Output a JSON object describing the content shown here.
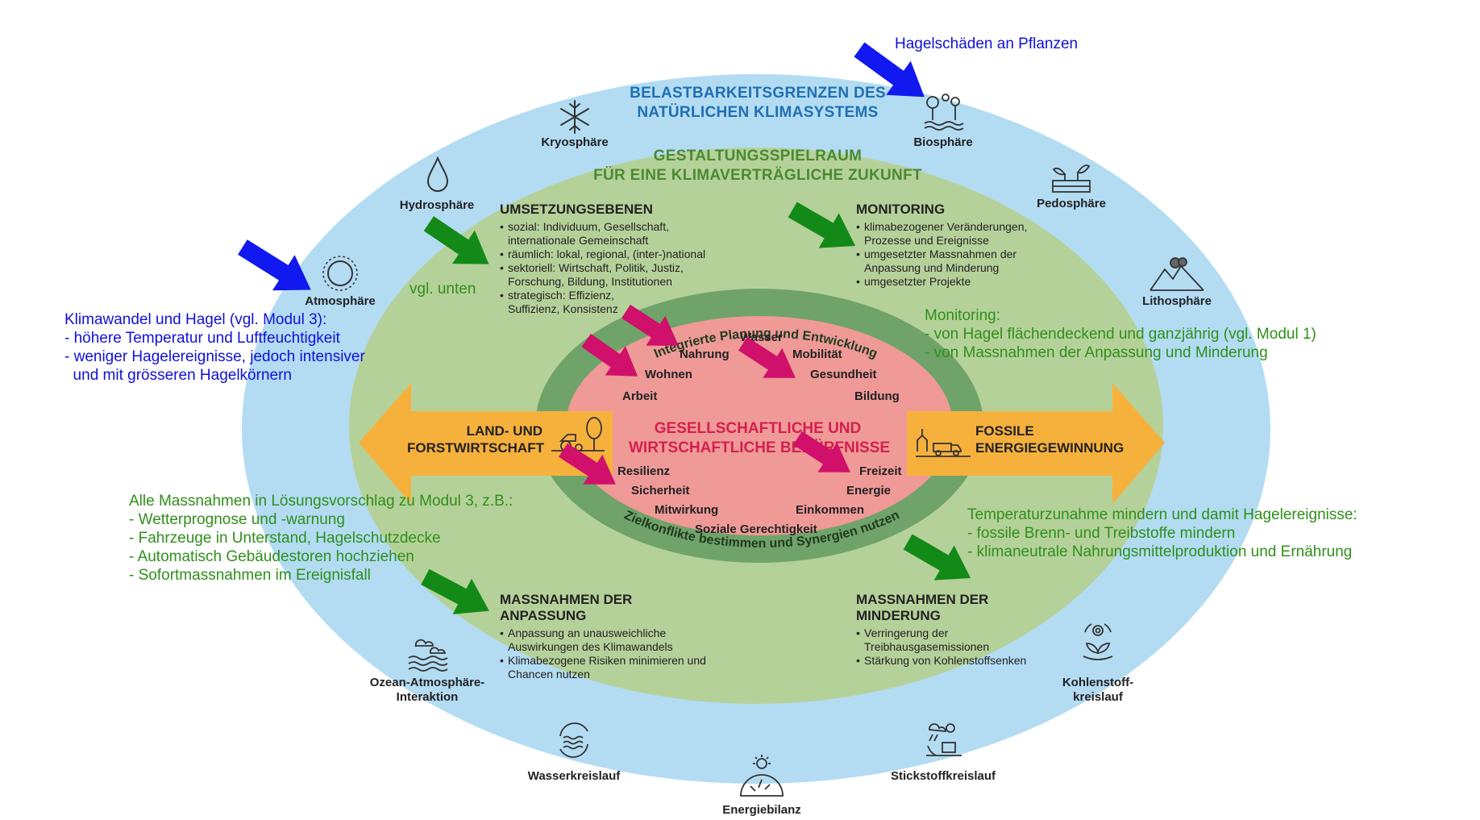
{
  "colors": {
    "outer": "#b3dcf3",
    "middle": "#b5d19a",
    "ring": "#6fa369",
    "core": "#ef9a97",
    "orange_arrow": "#f6b13d",
    "green_arrow": "#138a17",
    "magenta_arrow": "#d0106a",
    "blue_arrow": "#1218f0"
  },
  "outer_ring": {
    "title_line1": "BELASTBARKEITSGRENZEN DES",
    "title_line2": "NATÜRLICHEN KLIMASYSTEMS",
    "spheres": {
      "kryosphaere": "Kryosphäre",
      "biosphaere": "Biosphäre",
      "hydrosphaere": "Hydrosphäre",
      "pedosphaere": "Pedosphäre",
      "atmosphaere": "Atmosphäre",
      "lithosphaere": "Lithosphäre",
      "ozean_line1": "Ozean-Atmosphäre-",
      "ozean_line2": "Interaktion",
      "kohlenstoff_line1": "Kohlenstoff-",
      "kohlenstoff_line2": "kreislauf",
      "wasserkreislauf": "Wasserkreislauf",
      "stickstoffkreislauf": "Stickstoffkreislauf",
      "energiebilanz": "Energiebilanz"
    }
  },
  "middle_ring": {
    "title_line1": "GESTALTUNGSSPIELRAUM",
    "title_line2": "FÜR EINE KLIMAVERTRÄGLICHE ZUKUNFT",
    "umsetzung": {
      "title": "UMSETZUNGSEBENEN",
      "items": [
        "sozial: Individuum, Gesellschaft, internationale Gemeinschaft",
        "räumlich: lokal, regional, (inter-)national",
        "sektoriell: Wirtschaft, Politik, Justiz, Forschung, Bildung, Institutionen",
        "strategisch: Effizienz, Suffizienz, Konsistenz"
      ]
    },
    "monitoring": {
      "title": "MONITORING",
      "items": [
        "klimabezogener Veränderungen, Prozesse und Ereignisse",
        "umgesetzter Massnahmen der Anpassung und Minderung",
        "umgesetzter Projekte"
      ]
    },
    "anpassung": {
      "title": "MASSNAHMEN DER ANPASSUNG",
      "items": [
        "Anpassung an unausweichliche Auswirkungen des Klimawandels",
        "Klimabezogene Risiken minimieren und Chancen nutzen"
      ]
    },
    "minderung": {
      "title": "MASSNAHMEN DER MINDERUNG",
      "items": [
        "Verringerung der Treibhausgasemissionen",
        "Stärkung von Kohlenstoffsenken"
      ]
    }
  },
  "inner_ring": {
    "top_label": "Integrierte Planung und Entwicklung",
    "bottom_label": "Zielkonflikte bestimmen und Synergien nutzen"
  },
  "core": {
    "title_line1": "GESELLSCHAFTLICHE UND",
    "title_line2": "WIRTSCHAFTLICHE BEDÜRFNISSE",
    "needs": {
      "wasser": "Wasser",
      "nahrung": "Nahrung",
      "mobilitaet": "Mobilität",
      "wohnen": "Wohnen",
      "gesundheit": "Gesundheit",
      "arbeit": "Arbeit",
      "bildung": "Bildung",
      "resilienz": "Resilienz",
      "freizeit": "Freizeit",
      "sicherheit": "Sicherheit",
      "energie": "Energie",
      "mitwirkung": "Mitwirkung",
      "einkommen": "Einkommen",
      "soziale_gerechtigkeit": "Soziale Gerechtigkeit"
    }
  },
  "side_arrows": {
    "left_line1": "LAND- UND",
    "left_line2": "FORSTWIRTSCHAFT",
    "right_line1": "FOSSILE",
    "right_line2": "ENERGIEGEWINNUNG"
  },
  "annotations": {
    "hagelschaeden": "Hagelschäden an Pflanzen",
    "vgl_unten": "vgl. unten",
    "klimawandel": [
      "Klimawandel und Hagel (vgl. Modul 3):",
      "- höhere Temperatur und Luftfeuchtigkeit",
      "- weniger Hagelereignisse, jedoch intensiver",
      "  und mit grösseren Hagelkörnern"
    ],
    "monitoring": [
      "Monitoring:",
      "- von Hagel flächendeckend und ganzjährig (vgl. Modul 1)",
      "- von Massnahmen der Anpassung und Minderung"
    ],
    "massnahmen": [
      "Alle Massnahmen in Lösungsvorschlag zu Modul 3, z.B.:",
      "- Wetterprognose und -warnung",
      "- Fahrzeuge in Unterstand, Hagelschutzdecke",
      "- Automatisch Gebäudestoren hochziehen",
      "- Sofortmassnahmen im Ereignisfall"
    ],
    "temperatur": [
      "Temperaturzunahme mindern und damit Hagelereignisse:",
      "- fossile Brenn- und Treibstoffe mindern",
      "- klimaneutrale Nahrungsmittelproduktion und Ernährung"
    ]
  }
}
